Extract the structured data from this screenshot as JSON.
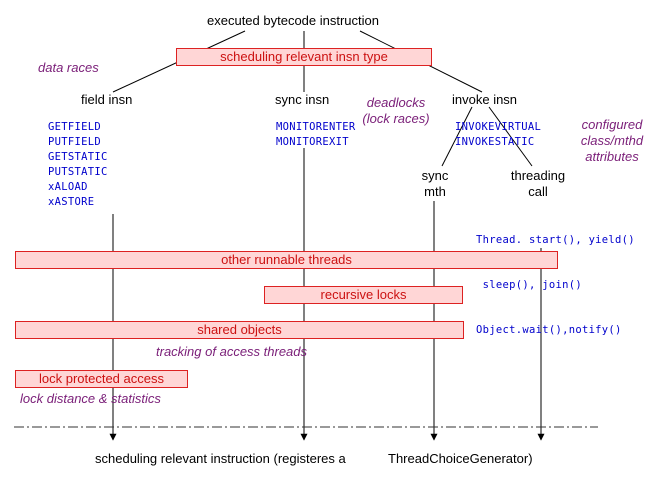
{
  "root": "executed bytecode instruction",
  "category_bar": "scheduling relevant insn type",
  "nodes": {
    "field": "field insn",
    "sync": "sync insn",
    "invoke": "invoke insn",
    "sync_mth": [
      "sync",
      "mth"
    ],
    "threading_call": [
      "threading",
      "call"
    ]
  },
  "code": {
    "field": [
      "GETFIELD",
      "PUTFIELD",
      "GETSTATIC",
      "PUTSTATIC",
      "xALOAD",
      "xASTORE"
    ],
    "sync": [
      "MONITORENTER",
      "MONITOREXIT"
    ],
    "invoke": [
      "INVOKEVIRTUAL",
      "INVOKESTATIC"
    ],
    "threading": [
      "Thread. start(), yield()",
      " sleep(), join()",
      "Object.wait(),notify()"
    ]
  },
  "notes": {
    "data_races": "data races",
    "deadlocks": [
      "deadlocks",
      "(lock races)"
    ],
    "configured": [
      "configured",
      "class/mthd",
      "attributes"
    ],
    "tracking": "tracking of access threads",
    "lock_distance": "lock distance & statistics"
  },
  "bars": {
    "other_threads": "other runnable threads",
    "recursive_locks": "recursive locks",
    "shared_objects": "shared objects",
    "lock_protected": "lock protected access"
  },
  "outputs": {
    "scheduling": "scheduling relevant instruction (registeres a",
    "cg": "ThreadChoiceGenerator)"
  },
  "colors": {
    "bar_fill": "#ffd6d6",
    "bar_border": "#dd2222",
    "bar_text": "#cc1111",
    "code_text": "#0000cc",
    "note_text": "#7a1e78"
  }
}
